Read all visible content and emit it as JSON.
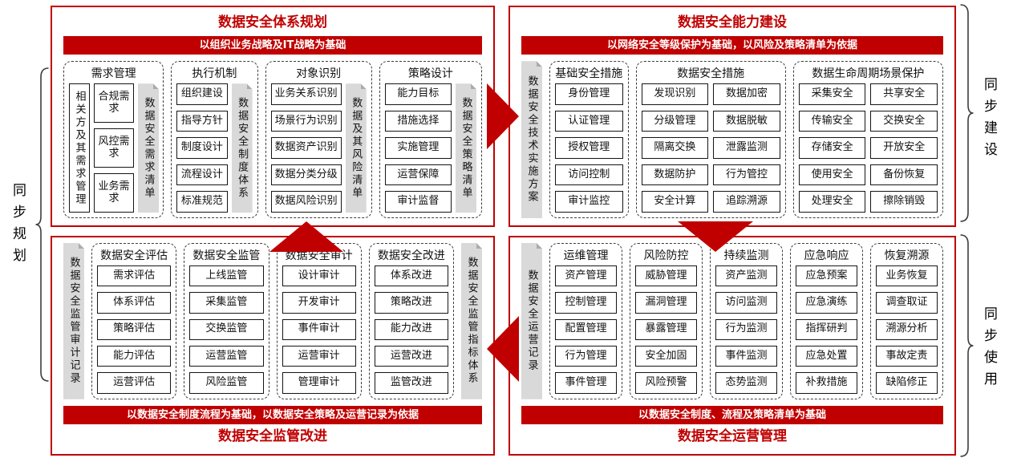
{
  "colors": {
    "accent_red": "#c00000",
    "bar_gray": "#d9d9d9",
    "box_border": "#151515",
    "banner_text": "#ffffff"
  },
  "side_labels": {
    "left": "同步规划",
    "right_top": "同步建设",
    "right_bottom": "同步使用"
  },
  "flow_arrows": [
    "plan-to-build-right",
    "build-to-operate-down",
    "operate-to-supervise-left",
    "supervise-to-plan-up"
  ],
  "quadrants": [
    {
      "id": "plan",
      "position": "top-left",
      "title": "数据安全体系规划",
      "title_position": "top",
      "banner": "以组织业务战略及IT战略为基础",
      "groups": [
        {
          "header": "需求管理",
          "side_box": "相关方及其需求管理",
          "items": [
            "合规需求",
            "风控需求",
            "业务需求"
          ],
          "output_bar": "数据安全需求清单"
        },
        {
          "header": "执行机制",
          "items": [
            "组织建设",
            "指导方针",
            "制度设计",
            "流程设计",
            "标准规范"
          ],
          "output_bar": "数据安全制度体系"
        },
        {
          "header": "对象识别",
          "items": [
            "业务关系识别",
            "场景行为识别",
            "数据资产识别",
            "数据分类分级",
            "数据风险识别"
          ],
          "output_bar": "数据及其风险清单"
        },
        {
          "header": "策略设计",
          "items": [
            "能力目标",
            "措施选择",
            "实施管理",
            "运营保障",
            "审计监督"
          ],
          "output_bar": "数据安全策略清单"
        }
      ]
    },
    {
      "id": "build",
      "position": "top-right",
      "title": "数据安全能力建设",
      "title_position": "top",
      "banner": "以网络安全等级保护为基础，以风险及策略清单为依据",
      "left_bar": "数据安全技术实施方案",
      "groups": [
        {
          "header": "基础安全措施",
          "items": [
            "身份管理",
            "认证管理",
            "授权管理",
            "访问控制",
            "审计监控"
          ]
        },
        {
          "header": "数据安全措施",
          "columns": [
            [
              "发现识别",
              "分级管理",
              "隔离交换",
              "数据防护",
              "安全计算"
            ],
            [
              "数据加密",
              "数据脱敏",
              "泄露监测",
              "行为管控",
              "追踪溯源"
            ]
          ]
        },
        {
          "header": "数据生命周期场景保护",
          "columns": [
            [
              "采集安全",
              "传输安全",
              "存储安全",
              "使用安全",
              "处理安全"
            ],
            [
              "共享安全",
              "交换安全",
              "开放安全",
              "备份恢复",
              "擦除销毁"
            ]
          ]
        }
      ]
    },
    {
      "id": "supervise",
      "position": "bottom-left",
      "title": "数据安全监管改进",
      "title_position": "bottom",
      "banner": "以数据安全制度流程为基础，以数据安全策略及运营记录为依据",
      "left_bar": "数据安全监管审计记录",
      "right_bar": "数据安全监管指标体系",
      "groups": [
        {
          "header": "数据安全评估",
          "items": [
            "需求评估",
            "体系评估",
            "策略评估",
            "能力评估",
            "运营评估"
          ]
        },
        {
          "header": "数据安全监管",
          "items": [
            "上线监管",
            "采集监管",
            "交换监管",
            "运营监管",
            "风险监管"
          ]
        },
        {
          "header": "数据安全审计",
          "items": [
            "设计审计",
            "开发审计",
            "事件审计",
            "运营审计",
            "管理审计"
          ]
        },
        {
          "header": "数据安全改进",
          "items": [
            "体系改进",
            "策略改进",
            "能力改进",
            "运营改进",
            "监管改进"
          ]
        }
      ]
    },
    {
      "id": "operate",
      "position": "bottom-right",
      "title": "数据安全运营管理",
      "title_position": "bottom",
      "banner": "以数据安全制度、流程及策略清单为基础",
      "left_bar": "数据安全运营记录",
      "groups": [
        {
          "header": "运维管理",
          "items": [
            "资产管理",
            "控制管理",
            "配置管理",
            "行为管理",
            "事件管理"
          ]
        },
        {
          "header": "风险防控",
          "items": [
            "威胁管理",
            "漏洞管理",
            "暴露管理",
            "安全加固",
            "风险预警"
          ]
        },
        {
          "header": "持续监测",
          "items": [
            "资产监测",
            "访问监测",
            "行为监测",
            "事件监测",
            "态势监测"
          ]
        },
        {
          "header": "应急响应",
          "items": [
            "应急预案",
            "应急演练",
            "指挥研判",
            "应急处置",
            "补救措施"
          ]
        },
        {
          "header": "恢复溯源",
          "items": [
            "业务恢复",
            "调查取证",
            "溯源分析",
            "事故定责",
            "缺陷修正"
          ]
        }
      ]
    }
  ]
}
